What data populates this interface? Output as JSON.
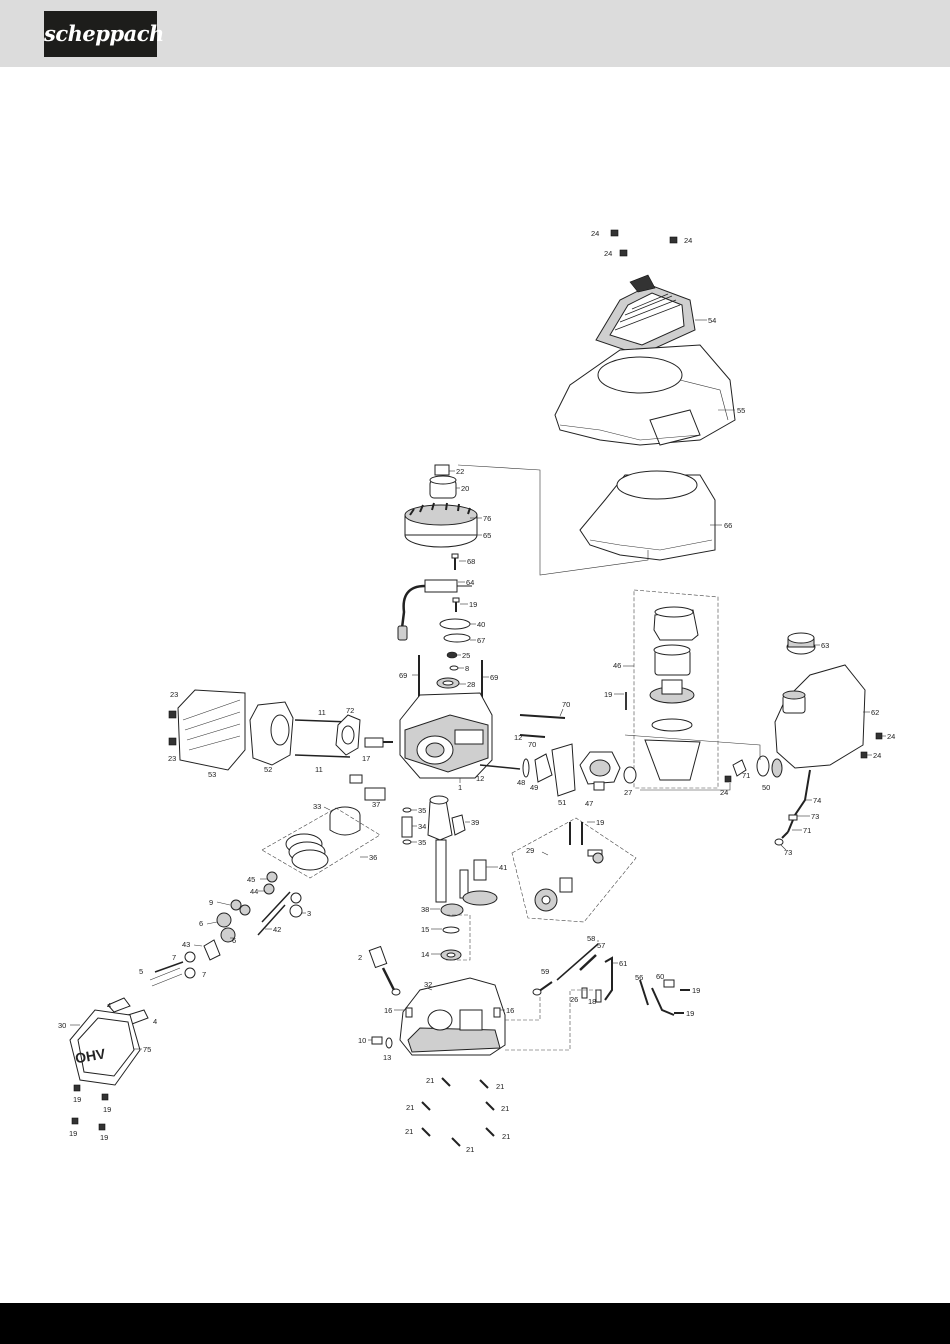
{
  "header": {
    "brand": "scheppach",
    "color": "#dcdcdc",
    "logo_bg": "#1d1d1b"
  },
  "footer": {
    "color": "#000000"
  },
  "labels": {
    "l24a": "24",
    "l24b": "24",
    "l24c": "24",
    "l54": "54",
    "l55": "55",
    "l22": "22",
    "l20": "20",
    "l76": "76",
    "l65": "65",
    "l66": "66",
    "l68": "68",
    "l64": "64",
    "l19a": "19",
    "l40": "40",
    "l67": "67",
    "l25": "25",
    "l8a": "8",
    "l28": "28",
    "l69a": "69",
    "l69b": "69",
    "l63": "63",
    "l46": "46",
    "l19b": "19",
    "l62": "62",
    "l23a": "23",
    "l23b": "23",
    "l53": "53",
    "l52": "52",
    "l11a": "11",
    "l11b": "11",
    "l72": "72",
    "l17a": "17",
    "l70a": "70",
    "l12a": "12",
    "l70b": "70",
    "l12b": "12",
    "l1": "1",
    "l48": "48",
    "l49": "49",
    "l51": "51",
    "l47": "47",
    "l27": "27",
    "l71a": "71",
    "l24d": "24",
    "l50": "50",
    "l24e": "24",
    "l24f": "24",
    "l74": "74",
    "l73a": "73",
    "l71b": "71",
    "l73b": "73",
    "l37": "37",
    "l33": "33",
    "l35a": "35",
    "l34": "34",
    "l39": "39",
    "l35b": "35",
    "l36": "36",
    "l29": "29",
    "l19c": "19",
    "l45": "45",
    "l44": "44",
    "l41": "41",
    "l9": "9",
    "l3": "3",
    "l6a": "6",
    "l6b": "6",
    "l42": "42",
    "l38": "38",
    "l43": "43",
    "l15": "15",
    "l7a": "7",
    "l7b": "7",
    "l14": "14",
    "l58": "58",
    "l57": "57",
    "l61": "61",
    "l2": "2",
    "l5": "5",
    "l59": "59",
    "l56": "56",
    "l60": "60",
    "l32": "32",
    "l26": "26",
    "l18": "18",
    "l19d": "19",
    "l4a": "4",
    "l4b": "4",
    "l16a": "16",
    "l16b": "16",
    "l19e": "19",
    "l30": "30",
    "l75": "75",
    "l10": "10",
    "l13": "13",
    "l21a": "21",
    "l21b": "21",
    "l21c": "21",
    "l21d": "21",
    "l21e": "21",
    "l21f": "21",
    "l21g": "21",
    "l19f": "19",
    "l19g": "19",
    "l19h": "19",
    "l19i": "19",
    "ohv": "OHV"
  }
}
